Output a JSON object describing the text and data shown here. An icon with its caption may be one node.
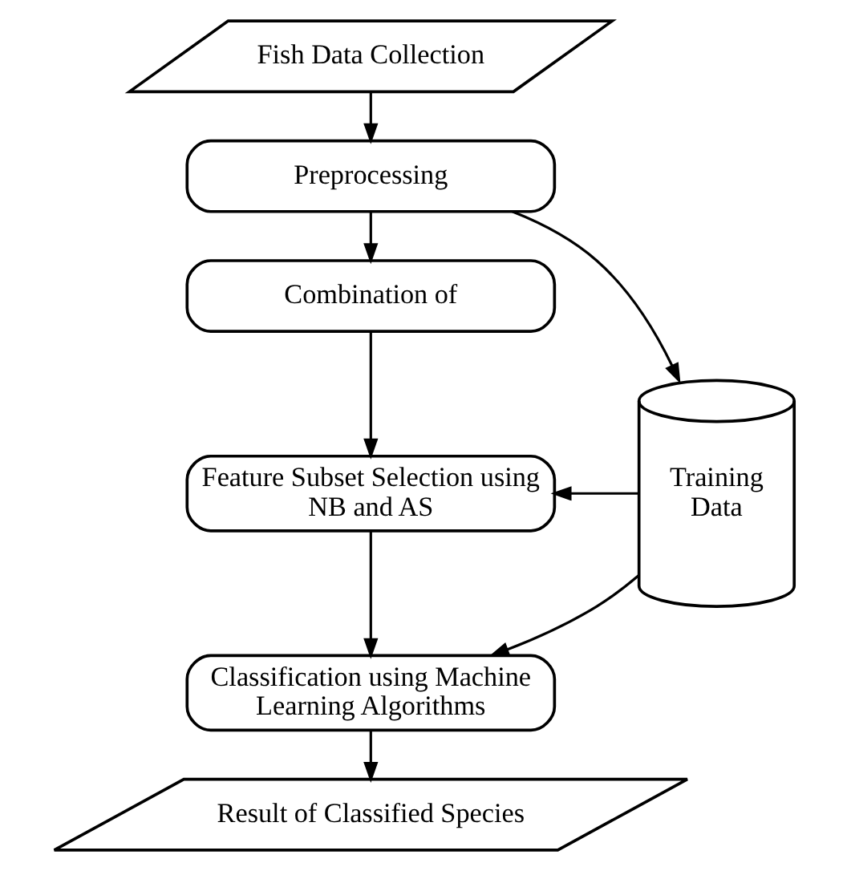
{
  "diagram": {
    "nodes": [
      {
        "text": [
          "Fish Data Collection"
        ]
      },
      {
        "text": [
          "Preprocessing"
        ]
      },
      {
        "text": [
          "Combination of"
        ]
      },
      {
        "text": [
          "Feature Subset Selection using NB and AS"
        ]
      },
      {
        "text": [
          "Classification using Machine Learning Algorithms"
        ]
      },
      {
        "text": [
          "Result of Classified Species"
        ]
      },
      {
        "text": [
          "Training Data"
        ]
      }
    ],
    "edges": [
      {
        "from": 0,
        "to": 1,
        "arrow": "to"
      },
      {
        "from": 1,
        "to": 2,
        "arrow": "to"
      },
      {
        "from": 2,
        "to": 3,
        "arrow": "to"
      },
      {
        "from": 3,
        "to": 4,
        "arrow": "to"
      },
      {
        "from": 4,
        "to": 5,
        "arrow": "to"
      },
      {
        "from": 1,
        "to": 6,
        "arrow": "to"
      },
      {
        "from": 6,
        "to": 3,
        "arrow": "to"
      },
      {
        "from": 6,
        "to": 4,
        "arrow": "to"
      }
    ]
  }
}
